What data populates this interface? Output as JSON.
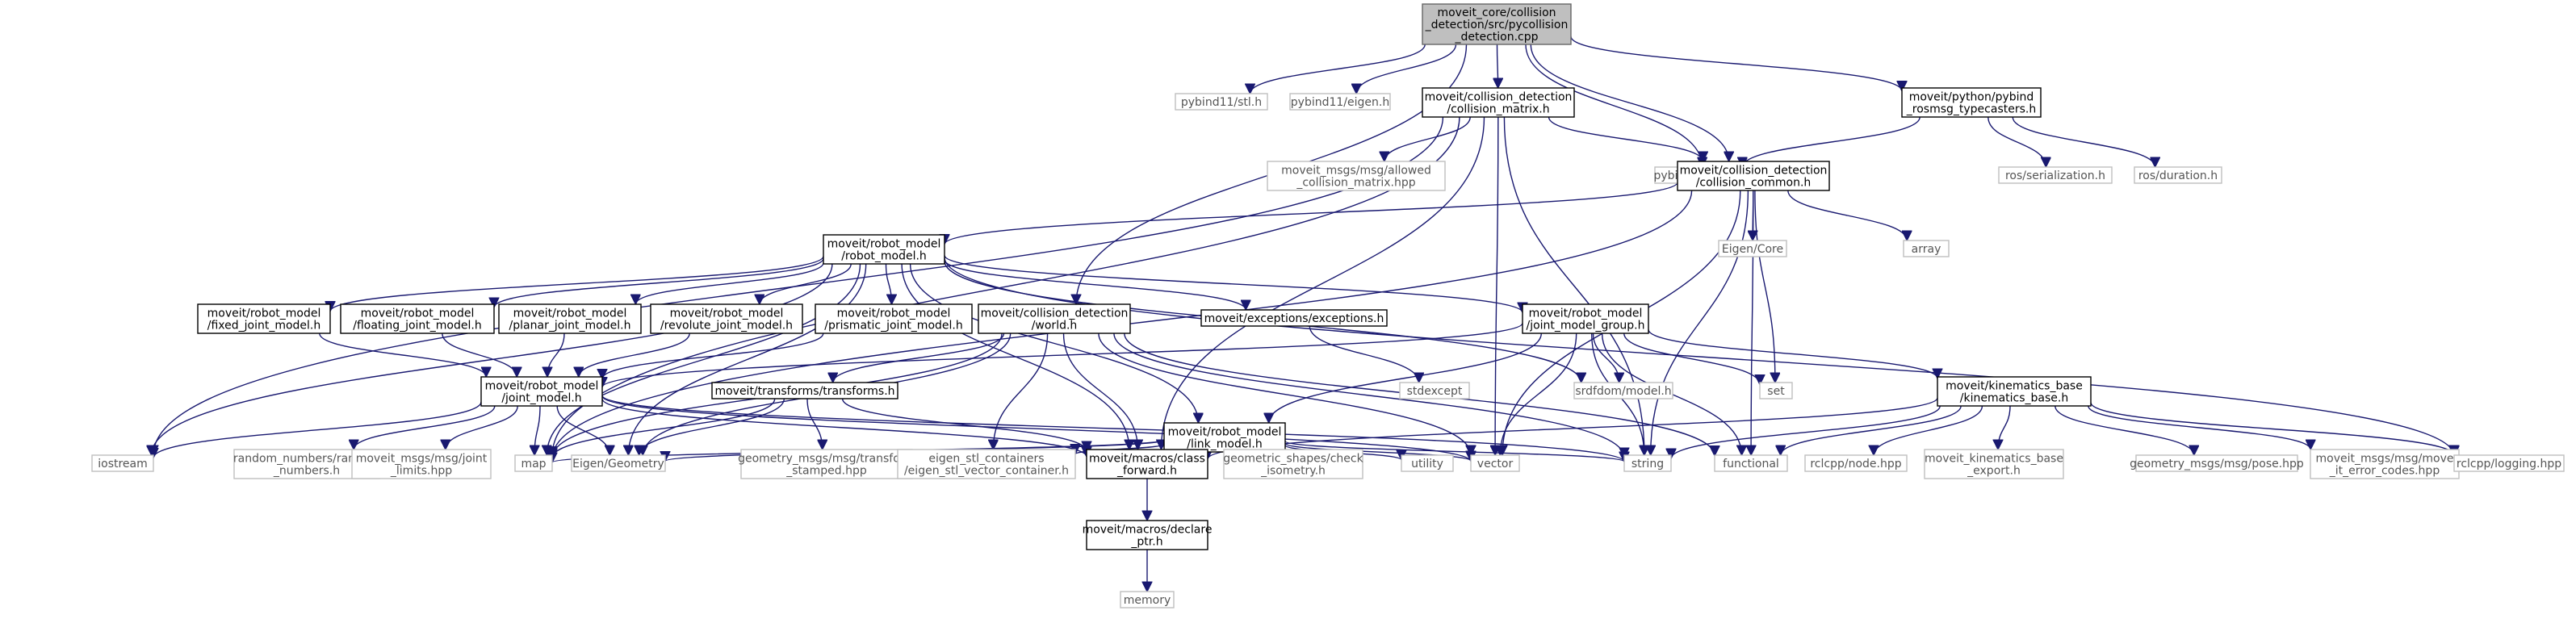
{
  "nodes": {
    "root": {
      "lines": [
        "moveit_core/collision",
        "_detection/src/pycollision",
        "_detection.cpp"
      ],
      "style": "root"
    },
    "pybind_stl": {
      "lines": [
        "pybind11/stl.h"
      ],
      "style": "grey"
    },
    "pybind_eigen": {
      "lines": [
        "pybind11/eigen.h"
      ],
      "style": "grey"
    },
    "collision_matrix": {
      "lines": [
        "moveit/collision_detection",
        "/collision_matrix.h"
      ],
      "style": "black"
    },
    "typecasters": {
      "lines": [
        "moveit/python/pybind",
        "_rosmsg_typecasters.h"
      ],
      "style": "black"
    },
    "pybind11": {
      "lines": [
        "pybind11/pybind11.h"
      ],
      "style": "grey"
    },
    "ros_serialization": {
      "lines": [
        "ros/serialization.h"
      ],
      "style": "grey"
    },
    "ros_duration": {
      "lines": [
        "ros/duration.h"
      ],
      "style": "grey"
    },
    "allowed_matrix": {
      "lines": [
        "moveit_msgs/msg/allowed",
        "_collision_matrix.hpp"
      ],
      "style": "grey"
    },
    "collision_common": {
      "lines": [
        "moveit/collision_detection",
        "/collision_common.h"
      ],
      "style": "black"
    },
    "eigen_core": {
      "lines": [
        "Eigen/Core"
      ],
      "style": "grey"
    },
    "array": {
      "lines": [
        "array"
      ],
      "style": "grey"
    },
    "robot_model": {
      "lines": [
        "moveit/robot_model",
        "/robot_model.h"
      ],
      "style": "black"
    },
    "fixed_joint": {
      "lines": [
        "moveit/robot_model",
        "/fixed_joint_model.h"
      ],
      "style": "black"
    },
    "floating_joint": {
      "lines": [
        "moveit/robot_model",
        "/floating_joint_model.h"
      ],
      "style": "black"
    },
    "planar_joint": {
      "lines": [
        "moveit/robot_model",
        "/planar_joint_model.h"
      ],
      "style": "black"
    },
    "revolute_joint": {
      "lines": [
        "moveit/robot_model",
        "/revolute_joint_model.h"
      ],
      "style": "black"
    },
    "prismatic_joint": {
      "lines": [
        "moveit/robot_model",
        "/prismatic_joint_model.h"
      ],
      "style": "black"
    },
    "world": {
      "lines": [
        "moveit/collision_detection",
        "/world.h"
      ],
      "style": "black"
    },
    "exceptions": {
      "lines": [
        "moveit/exceptions/exceptions.h"
      ],
      "style": "black"
    },
    "joint_model_group": {
      "lines": [
        "moveit/robot_model",
        "/joint_model_group.h"
      ],
      "style": "black"
    },
    "stdexcept": {
      "lines": [
        "stdexcept"
      ],
      "style": "grey"
    },
    "srdfdom": {
      "lines": [
        "srdfdom/model.h"
      ],
      "style": "grey"
    },
    "set": {
      "lines": [
        "set"
      ],
      "style": "grey"
    },
    "joint_model": {
      "lines": [
        "moveit/robot_model",
        "/joint_model.h"
      ],
      "style": "black"
    },
    "transforms": {
      "lines": [
        "moveit/transforms/transforms.h"
      ],
      "style": "black"
    },
    "link_model": {
      "lines": [
        "moveit/robot_model",
        "/link_model.h"
      ],
      "style": "black"
    },
    "kinematics_base": {
      "lines": [
        "moveit/kinematics_base",
        "/kinematics_base.h"
      ],
      "style": "black"
    },
    "iostream": {
      "lines": [
        "iostream"
      ],
      "style": "grey"
    },
    "random_numbers": {
      "lines": [
        "random_numbers/random",
        "_numbers.h"
      ],
      "style": "grey"
    },
    "joint_limits": {
      "lines": [
        "moveit_msgs/msg/joint",
        "_limits.hpp"
      ],
      "style": "grey"
    },
    "map": {
      "lines": [
        "map"
      ],
      "style": "grey"
    },
    "eigen_geometry": {
      "lines": [
        "Eigen/Geometry"
      ],
      "style": "grey"
    },
    "transform_stamped": {
      "lines": [
        "geometry_msgs/msg/transform",
        "_stamped.hpp"
      ],
      "style": "grey"
    },
    "eigen_stl": {
      "lines": [
        "eigen_stl_containers",
        "/eigen_stl_vector_container.h"
      ],
      "style": "grey"
    },
    "class_forward": {
      "lines": [
        "moveit/macros/class",
        "_forward.h"
      ],
      "style": "black"
    },
    "check_isometry": {
      "lines": [
        "geometric_shapes/check",
        "_isometry.h"
      ],
      "style": "grey"
    },
    "utility": {
      "lines": [
        "utility"
      ],
      "style": "grey"
    },
    "vector": {
      "lines": [
        "vector"
      ],
      "style": "grey"
    },
    "string": {
      "lines": [
        "string"
      ],
      "style": "grey"
    },
    "functional": {
      "lines": [
        "functional"
      ],
      "style": "grey"
    },
    "rclcpp_node": {
      "lines": [
        "rclcpp/node.hpp"
      ],
      "style": "grey"
    },
    "kinematics_export": {
      "lines": [
        "moveit_kinematics_base",
        "_export.h"
      ],
      "style": "grey"
    },
    "pose": {
      "lines": [
        "geometry_msgs/msg/pose.hpp"
      ],
      "style": "grey"
    },
    "error_codes": {
      "lines": [
        "moveit_msgs/msg/move",
        "_it_error_codes.hpp"
      ],
      "style": "grey"
    },
    "rclcpp_logging": {
      "lines": [
        "rclcpp/logging.hpp"
      ],
      "style": "grey"
    },
    "declare_ptr": {
      "lines": [
        "moveit/macros/declare",
        "_ptr.h"
      ],
      "style": "black"
    },
    "memory": {
      "lines": [
        "memory"
      ],
      "style": "grey"
    }
  },
  "edges": [
    [
      "root",
      "pybind_stl"
    ],
    [
      "root",
      "pybind_eigen"
    ],
    [
      "root",
      "collision_matrix"
    ],
    [
      "root",
      "typecasters"
    ],
    [
      "root",
      "pybind11"
    ],
    [
      "root",
      "collision_common"
    ],
    [
      "root",
      "world"
    ],
    [
      "typecasters",
      "pybind11"
    ],
    [
      "typecasters",
      "ros_serialization"
    ],
    [
      "typecasters",
      "ros_duration"
    ],
    [
      "collision_matrix",
      "allowed_matrix"
    ],
    [
      "collision_matrix",
      "collision_common"
    ],
    [
      "collision_matrix",
      "iostream"
    ],
    [
      "collision_matrix",
      "map"
    ],
    [
      "collision_matrix",
      "class_forward"
    ],
    [
      "collision_matrix",
      "vector"
    ],
    [
      "collision_matrix",
      "string"
    ],
    [
      "collision_common",
      "robot_model"
    ],
    [
      "collision_common",
      "eigen_core"
    ],
    [
      "collision_common",
      "array"
    ],
    [
      "collision_common",
      "set"
    ],
    [
      "collision_common",
      "vector"
    ],
    [
      "collision_common",
      "string"
    ],
    [
      "collision_common",
      "functional"
    ],
    [
      "collision_common",
      "map"
    ],
    [
      "robot_model",
      "fixed_joint"
    ],
    [
      "robot_model",
      "floating_joint"
    ],
    [
      "robot_model",
      "planar_joint"
    ],
    [
      "robot_model",
      "revolute_joint"
    ],
    [
      "robot_model",
      "prismatic_joint"
    ],
    [
      "robot_model",
      "exceptions"
    ],
    [
      "robot_model",
      "joint_model_group"
    ],
    [
      "robot_model",
      "link_model"
    ],
    [
      "robot_model",
      "srdfdom"
    ],
    [
      "robot_model",
      "iostream"
    ],
    [
      "robot_model",
      "map"
    ],
    [
      "robot_model",
      "eigen_geometry"
    ],
    [
      "robot_model",
      "rclcpp_logging"
    ],
    [
      "robot_model",
      "class_forward"
    ],
    [
      "fixed_joint",
      "joint_model"
    ],
    [
      "floating_joint",
      "joint_model"
    ],
    [
      "planar_joint",
      "joint_model"
    ],
    [
      "revolute_joint",
      "joint_model"
    ],
    [
      "prismatic_joint",
      "joint_model"
    ],
    [
      "world",
      "transforms"
    ],
    [
      "world",
      "eigen_stl"
    ],
    [
      "world",
      "class_forward"
    ],
    [
      "world",
      "eigen_geometry"
    ],
    [
      "world",
      "vector"
    ],
    [
      "world",
      "string"
    ],
    [
      "world",
      "map"
    ],
    [
      "world",
      "functional"
    ],
    [
      "exceptions",
      "stdexcept"
    ],
    [
      "joint_model_group",
      "joint_model"
    ],
    [
      "joint_model_group",
      "link_model"
    ],
    [
      "joint_model_group",
      "kinematics_base"
    ],
    [
      "joint_model_group",
      "srdfdom"
    ],
    [
      "joint_model_group",
      "set"
    ],
    [
      "joint_model_group",
      "string"
    ],
    [
      "joint_model_group",
      "functional"
    ],
    [
      "joint_model_group",
      "vector"
    ],
    [
      "joint_model",
      "iostream"
    ],
    [
      "joint_model",
      "random_numbers"
    ],
    [
      "joint_model",
      "joint_limits"
    ],
    [
      "joint_model",
      "map"
    ],
    [
      "joint_model",
      "eigen_geometry"
    ],
    [
      "joint_model",
      "class_forward"
    ],
    [
      "joint_model",
      "vector"
    ],
    [
      "joint_model",
      "string"
    ],
    [
      "transforms",
      "map"
    ],
    [
      "transforms",
      "eigen_geometry"
    ],
    [
      "transforms",
      "transform_stamped"
    ],
    [
      "transforms",
      "class_forward"
    ],
    [
      "link_model",
      "map"
    ],
    [
      "link_model",
      "eigen_geometry"
    ],
    [
      "link_model",
      "eigen_stl"
    ],
    [
      "link_model",
      "class_forward"
    ],
    [
      "link_model",
      "check_isometry"
    ],
    [
      "link_model",
      "utility"
    ],
    [
      "link_model",
      "vector"
    ],
    [
      "link_model",
      "string"
    ],
    [
      "kinematics_base",
      "class_forward"
    ],
    [
      "kinematics_base",
      "string"
    ],
    [
      "kinematics_base",
      "functional"
    ],
    [
      "kinematics_base",
      "rclcpp_node"
    ],
    [
      "kinematics_base",
      "kinematics_export"
    ],
    [
      "kinematics_base",
      "pose"
    ],
    [
      "kinematics_base",
      "error_codes"
    ],
    [
      "kinematics_base",
      "rclcpp_logging"
    ],
    [
      "class_forward",
      "declare_ptr"
    ],
    [
      "declare_ptr",
      "memory"
    ]
  ]
}
